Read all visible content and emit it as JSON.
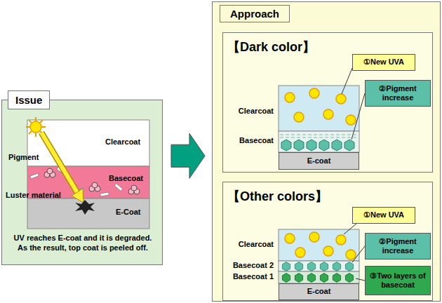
{
  "diagram": {
    "nodes": [
      {
        "text": [
          "Issue",
          "UV reaches E-coat and it is degraded. As the result, top coat is peeled off."
        ]
      },
      {
        "text": [
          "Approach"
        ]
      },
      {
        "text": [
          "【Dark color】"
        ],
        "in": 1
      },
      {
        "text": [
          "①New UVA"
        ],
        "in": 2
      },
      {
        "text": [
          "②Pigment increase"
        ],
        "in": 2
      },
      {
        "text": [
          "E-coat"
        ],
        "in": 2
      },
      {
        "text": [
          "【Other colors】"
        ],
        "in": 1
      },
      {
        "text": [
          "①New UVA"
        ],
        "in": 6
      },
      {
        "text": [
          "②Pigment increase"
        ],
        "in": 6
      },
      {
        "text": [
          "③Two layers of basecoat"
        ],
        "in": 6
      },
      {
        "text": [
          "E-coat"
        ],
        "in": 6
      }
    ],
    "edges": [
      {
        "from": 0,
        "to": 1,
        "arrow": "to"
      }
    ],
    "labels": [
      "Pigment",
      "Clearcoat",
      "Basecoat",
      "Luster material",
      "E-Coat",
      "Clearcoat",
      "Basecoat",
      "Clearcoat",
      "Basecoat 2",
      "Basecoat 1"
    ]
  }
}
